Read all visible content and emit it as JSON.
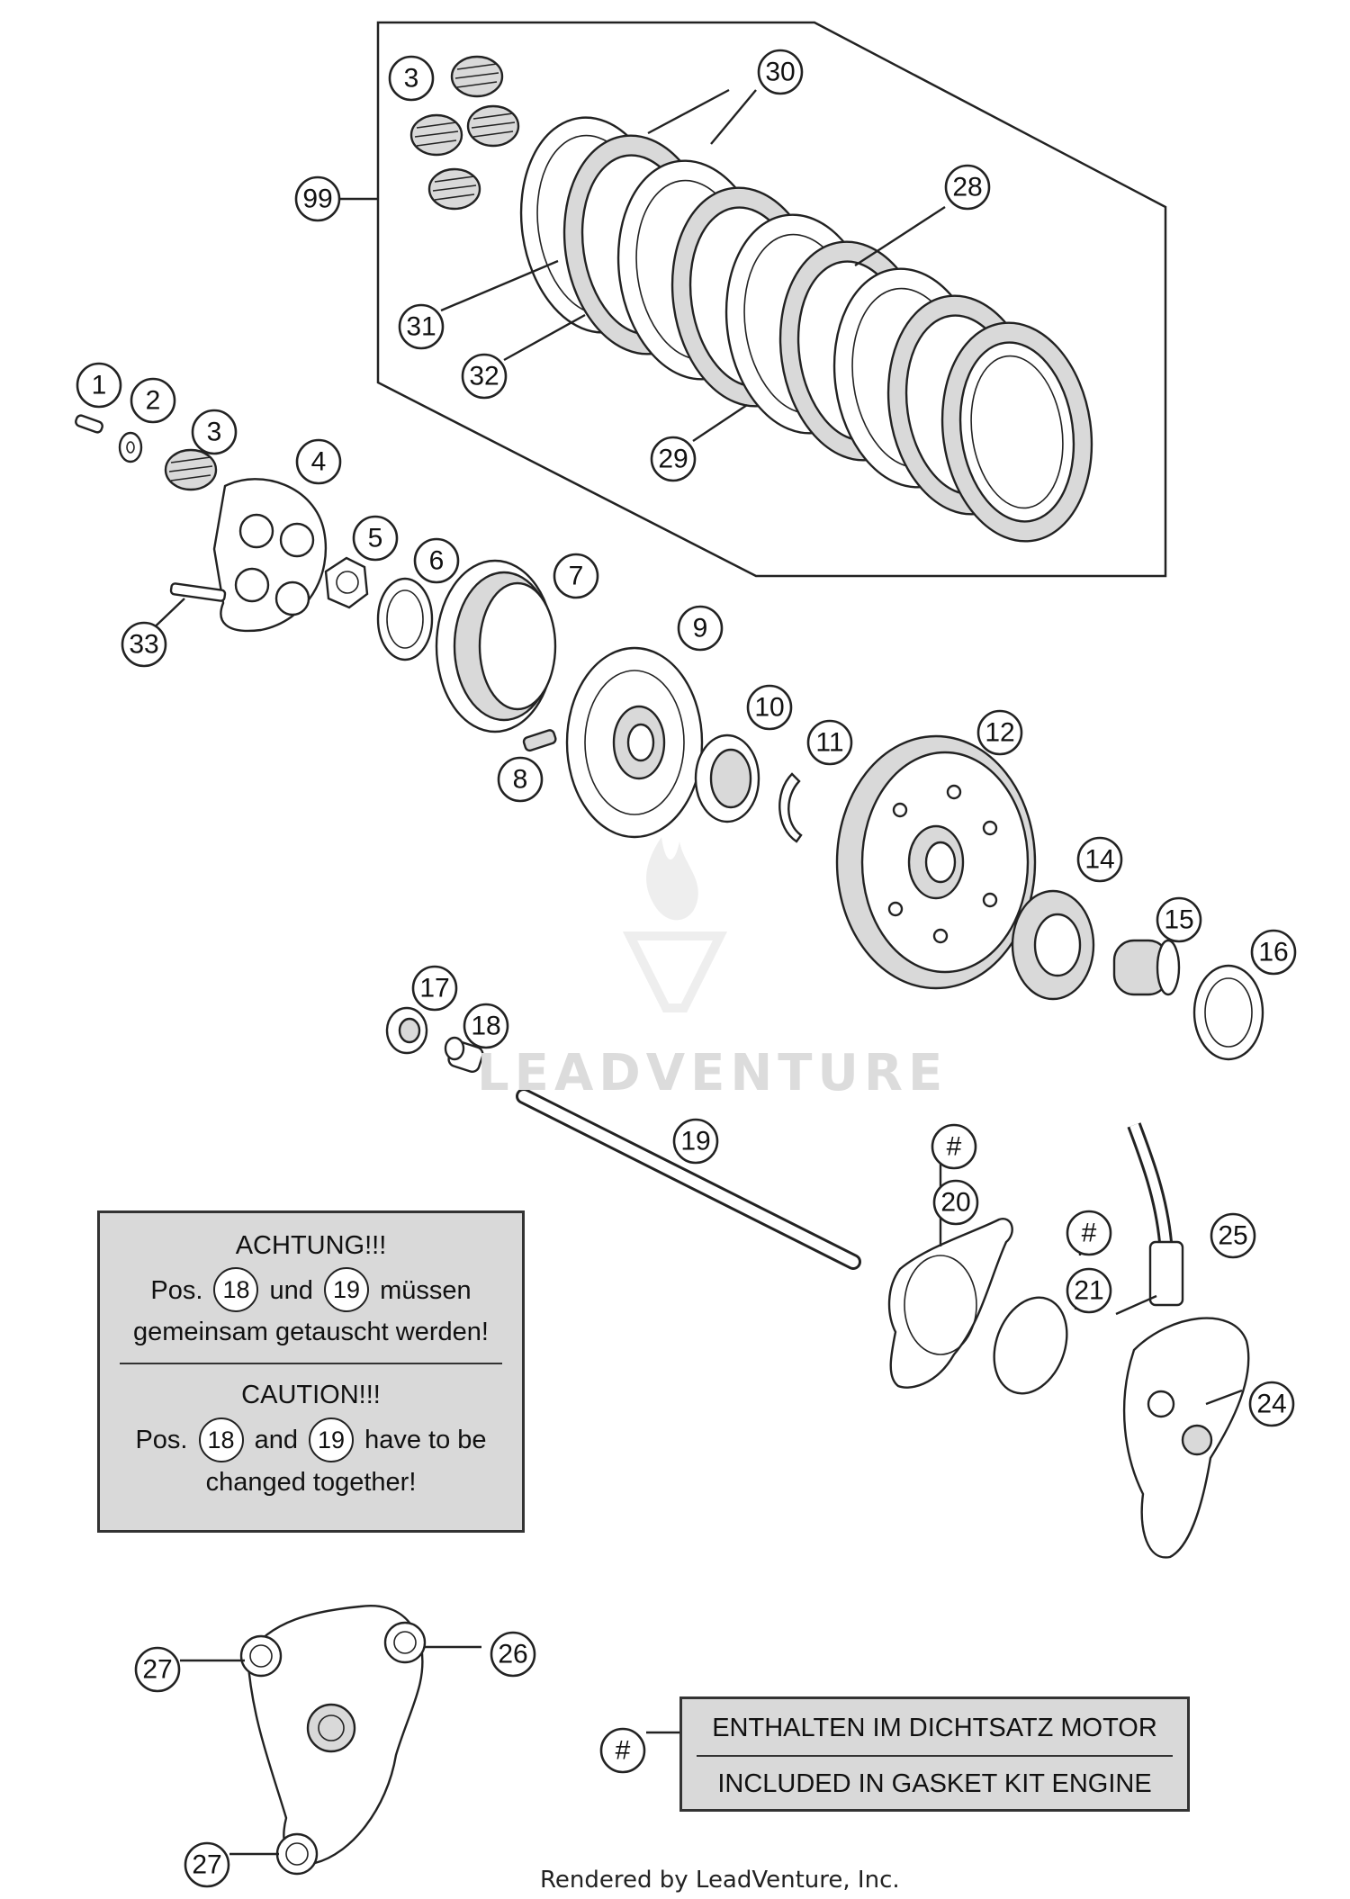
{
  "callouts": [
    {
      "id": "c99",
      "label": "99"
    },
    {
      "id": "c3a",
      "label": "3"
    },
    {
      "id": "c30",
      "label": "30"
    },
    {
      "id": "c28",
      "label": "28"
    },
    {
      "id": "c31",
      "label": "31"
    },
    {
      "id": "c32",
      "label": "32"
    },
    {
      "id": "c29",
      "label": "29"
    },
    {
      "id": "c1",
      "label": "1"
    },
    {
      "id": "c2",
      "label": "2"
    },
    {
      "id": "c3b",
      "label": "3"
    },
    {
      "id": "c4",
      "label": "4"
    },
    {
      "id": "c5",
      "label": "5"
    },
    {
      "id": "c6",
      "label": "6"
    },
    {
      "id": "c7",
      "label": "7"
    },
    {
      "id": "c33",
      "label": "33"
    },
    {
      "id": "c9",
      "label": "9"
    },
    {
      "id": "c8",
      "label": "8"
    },
    {
      "id": "c10",
      "label": "10"
    },
    {
      "id": "c11",
      "label": "11"
    },
    {
      "id": "c12",
      "label": "12"
    },
    {
      "id": "c14",
      "label": "14"
    },
    {
      "id": "c15",
      "label": "15"
    },
    {
      "id": "c16",
      "label": "16"
    },
    {
      "id": "c17",
      "label": "17"
    },
    {
      "id": "c18",
      "label": "18"
    },
    {
      "id": "c19",
      "label": "19"
    },
    {
      "id": "chash20",
      "label": "#"
    },
    {
      "id": "c20",
      "label": "20"
    },
    {
      "id": "chash21",
      "label": "#"
    },
    {
      "id": "c21",
      "label": "21"
    },
    {
      "id": "c25",
      "label": "25"
    },
    {
      "id": "c24",
      "label": "24"
    },
    {
      "id": "c27a",
      "label": "27"
    },
    {
      "id": "c26",
      "label": "26"
    },
    {
      "id": "c27b",
      "label": "27"
    },
    {
      "id": "chashLegend",
      "label": "#"
    }
  ],
  "notice": {
    "de_heading": "ACHTUNG!!!",
    "de_pos": "Pos.",
    "de_ref1": "18",
    "de_and": "und",
    "de_ref2": "19",
    "de_verb": "müssen",
    "de_line2": "gemeinsam getauscht werden!",
    "en_heading": "CAUTION!!!",
    "en_pos": "Pos.",
    "en_ref1": "18",
    "en_and": "and",
    "en_ref2": "19",
    "en_tail": "have to be",
    "en_line2": "changed together!"
  },
  "legend": {
    "de": "ENTHALTEN IM DICHTSATZ MOTOR",
    "en": "INCLUDED IN GASKET KIT ENGINE"
  },
  "watermark": "LEADVENTURE",
  "credit": "Rendered by LeadVenture, Inc."
}
